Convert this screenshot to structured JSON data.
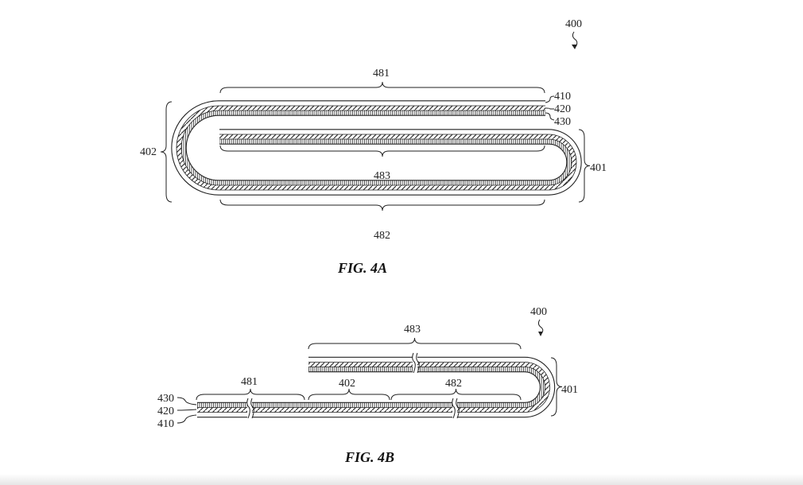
{
  "figure_a": {
    "caption": "FIG. 4A",
    "ref_device": "400",
    "labels": {
      "l481": "481",
      "l410": "410",
      "l420": "420",
      "l430": "430",
      "l402": "402",
      "l401": "401",
      "l483": "483",
      "l482": "482"
    }
  },
  "figure_b": {
    "caption": "FIG. 4B",
    "ref_device": "400",
    "labels": {
      "l483": "483",
      "l481": "481",
      "l402": "402",
      "l482": "482",
      "l430": "430",
      "l420": "420",
      "l410": "410",
      "l401": "401"
    }
  }
}
